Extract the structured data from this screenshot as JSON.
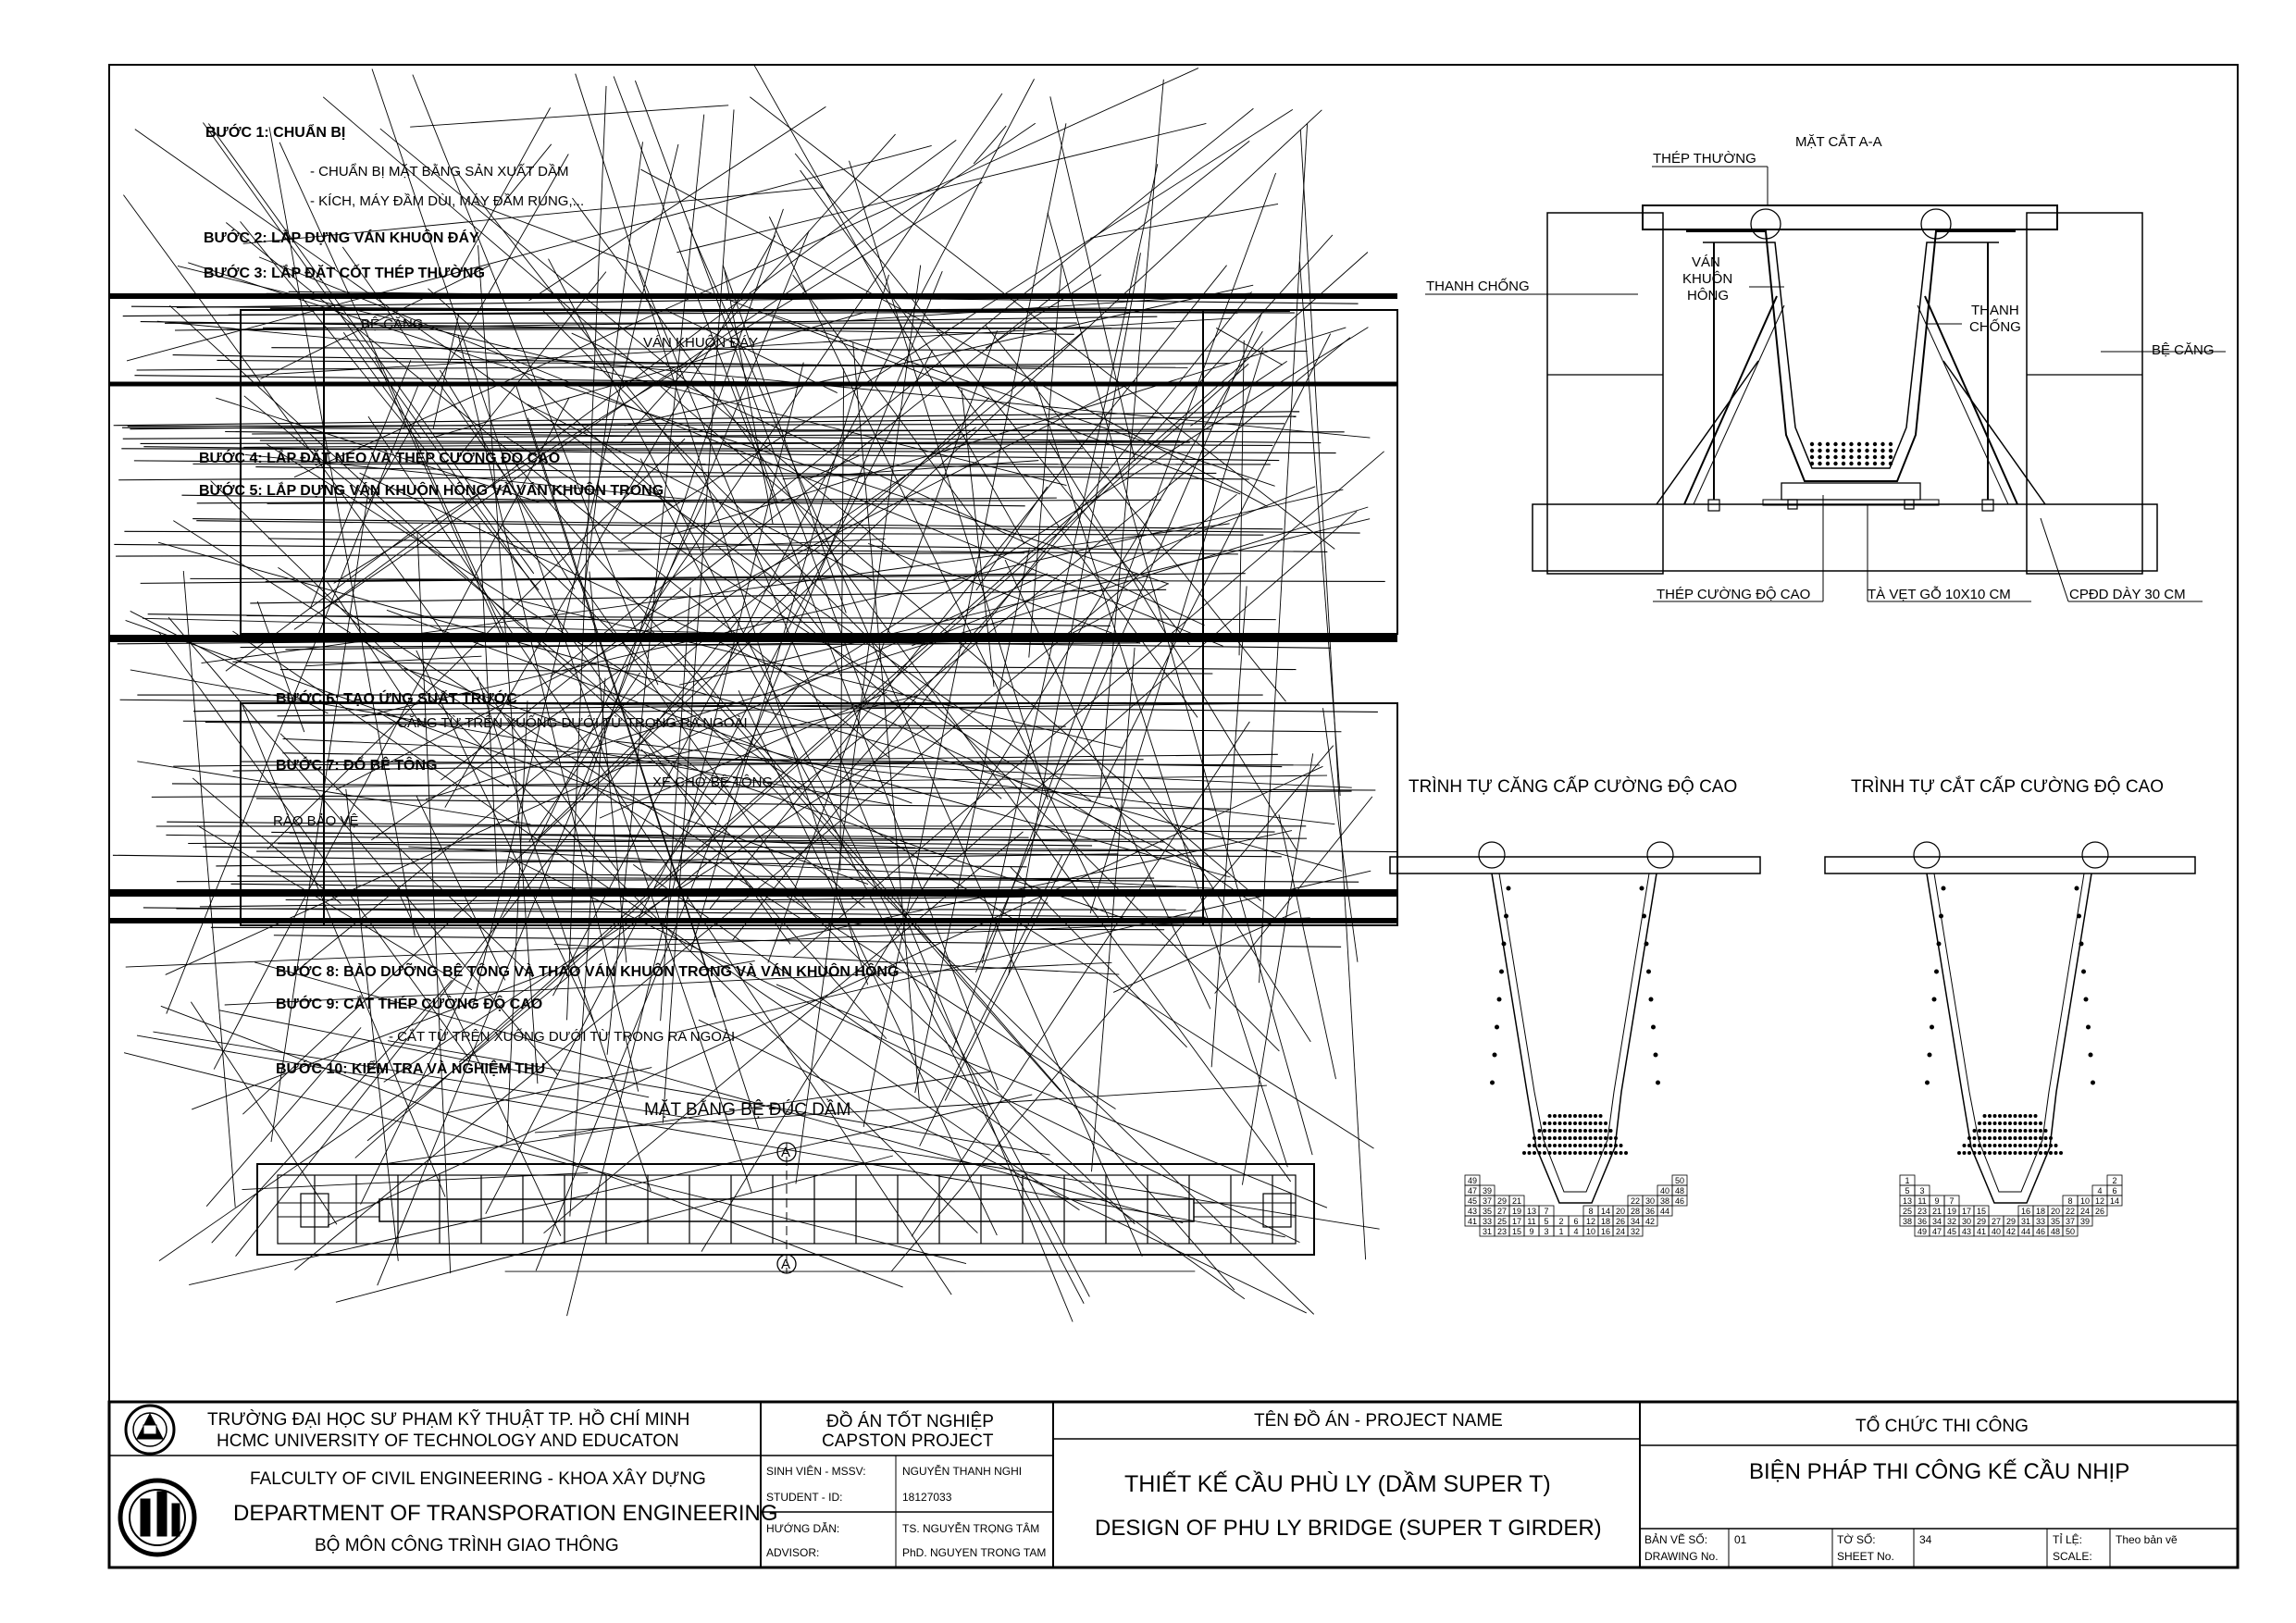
{
  "plan": {
    "title": "MẶT BẰNG BỆ ĐÚC DẦM",
    "steps": [
      {
        "title": "BƯỚC 1: CHUẨN BỊ",
        "notes": [
          "- CHUẨN BỊ MẶT BẰNG SẢN XUẤT DẦM",
          "- KÍCH, MÁY ĐẦM DÙI, MÁY ĐẦM RUNG,..."
        ]
      },
      {
        "title": "BƯỚC 2: LẮP DỰNG VÁN KHUÔN ĐÁY",
        "notes": []
      },
      {
        "title": "BƯỚC 3: LẮP ĐẶT CỐT THÉP THƯỜNG",
        "notes": []
      },
      {
        "title": "BƯỚC 4: LẮP ĐẶT NEO VÀ THÉP CƯỜNG ĐỘ CAO",
        "notes": []
      },
      {
        "title": "BƯỚC 5: LẮP DỰNG VÁN KHUÔN HÔNG VÀ VÁN KHUÔN TRONG",
        "notes": []
      },
      {
        "title": "BƯỚC 6: TẠO ỨNG SUẤT TRƯỚC",
        "notes": [
          "- CĂNG TỪ TRÊN XUỐNG DƯỚI TỪ TRONG RA NGOÀI"
        ]
      },
      {
        "title": "BƯỚC 7: ĐỔ BÊ TÔNG",
        "notes": []
      },
      {
        "title": "BƯỚC 8: BẢO DƯỠNG BÊ TÔNG VÀ THÁO VÁN KHUÔN TRONG VÀ VÁN KHUÔN HÔNG",
        "notes": []
      },
      {
        "title": "BƯỚC 9: CẮT THÉP CƯỜNG ĐỘ CAO",
        "notes": [
          "- CẮT TỪ TRÊN XUỐNG DƯỚI TỪ TRONG RA NGOÀI"
        ]
      },
      {
        "title": "BƯỚC 10: KIỂM TRA VÀ NGHIỆM THU",
        "notes": []
      }
    ],
    "labels": {
      "be_cang": "BỆ CĂNG",
      "van_khuon_day": "VÁN KHUÔN ĐÁY",
      "rao_bao_ve": "RÀO BẢO VỆ",
      "xe_cho_be_tong": "XE CHỞ BÊ TÔNG",
      "section_marker": "A"
    }
  },
  "section": {
    "title": "MẶT CẮT A-A",
    "labels": {
      "thep_thuong": "THÉP THƯỜNG",
      "thanh_chong_left": "THANH CHỐNG",
      "van_khuon_hong": [
        "VÁN",
        "KHUÔN",
        "HÔNG"
      ],
      "thanh_chong_right": [
        "THANH",
        "CHỐNG"
      ],
      "be_cang": "BỆ CĂNG",
      "thep_cuong_do_cao": "THÉP CƯỜNG ĐỘ CAO",
      "ta_vet_go": "TÀ VẸT GỖ 10X10 CM",
      "cpdd": "CPĐD DÀY 30 CM"
    }
  },
  "sequences": {
    "tension": {
      "title": "TRÌNH TỰ CĂNG CẤP CƯỜNG ĐỘ CAO",
      "rows": [
        [
          "49",
          "",
          "",
          "",
          "",
          "",
          "",
          "",
          "",
          "",
          "",
          "",
          "",
          "",
          "50"
        ],
        [
          "47",
          "39",
          "",
          "",
          "",
          "",
          "",
          "",
          "",
          "",
          "",
          "",
          "",
          "40",
          "48"
        ],
        [
          "45",
          "37",
          "29",
          "21",
          "",
          "",
          "",
          "",
          "",
          "",
          "",
          "22",
          "30",
          "38",
          "46"
        ],
        [
          "43",
          "35",
          "27",
          "19",
          "13",
          "7",
          "",
          "",
          "8",
          "14",
          "20",
          "28",
          "36",
          "44",
          ""
        ],
        [
          "41",
          "33",
          "25",
          "17",
          "11",
          "5",
          "2",
          "6",
          "12",
          "18",
          "26",
          "34",
          "42",
          "",
          ""
        ],
        [
          "",
          "31",
          "23",
          "15",
          "9",
          "3",
          "1",
          "4",
          "10",
          "16",
          "24",
          "32",
          "",
          "",
          ""
        ]
      ]
    },
    "cut": {
      "title": "TRÌNH TỰ CẮT CẤP CƯỜNG ĐỘ CAO",
      "rows": [
        [
          "1",
          "",
          "",
          "",
          "",
          "",
          "",
          "",
          "",
          "",
          "",
          "",
          "",
          "",
          "2"
        ],
        [
          "5",
          "3",
          "",
          "",
          "",
          "",
          "",
          "",
          "",
          "",
          "",
          "",
          "",
          "4",
          "6"
        ],
        [
          "13",
          "11",
          "9",
          "7",
          "",
          "",
          "",
          "",
          "",
          "",
          "",
          "8",
          "10",
          "12",
          "14"
        ],
        [
          "25",
          "23",
          "21",
          "19",
          "17",
          "15",
          "",
          "",
          "16",
          "18",
          "20",
          "22",
          "24",
          "26",
          ""
        ],
        [
          "38",
          "36",
          "34",
          "32",
          "30",
          "29",
          "27",
          "29",
          "31",
          "33",
          "35",
          "37",
          "39",
          "",
          ""
        ],
        [
          "",
          "49",
          "47",
          "45",
          "43",
          "41",
          "40",
          "42",
          "44",
          "46",
          "48",
          "50",
          "",
          "",
          ""
        ]
      ]
    }
  },
  "title_block": {
    "school_vn": "TRƯỜNG ĐẠI HỌC SƯ PHẠM KỸ THUẬT TP. HỒ CHÍ MINH",
    "school_en": "HCMC UNIVERSITY OF TECHNOLOGY AND EDUCATON",
    "faculty": "FALCULTY OF CIVIL ENGINEERING - KHOA XÂY DỰNG",
    "department_en": "DEPARTMENT OF TRANSPORATION ENGINEERING",
    "department_vn": "BỘ MÔN CÔNG TRÌNH GIAO THÔNG",
    "project_type_vn": "ĐỒ ÁN TỐT NGHIỆP",
    "project_type_en": "CAPSTON PROJECT",
    "student_label_vn": "SINH VIÊN - MSSV:",
    "student_label_en": "STUDENT - ID:",
    "student_name": "NGUYỄN THANH NGHI",
    "student_id": "18127033",
    "advisor_label_vn": "HƯỚNG DẪN:",
    "advisor_label_en": "ADVISOR:",
    "advisor_vn": "TS. NGUYỄN TRỌNG TÂM",
    "advisor_en": "PhD. NGUYEN TRONG TAM",
    "project_name_label": "TÊN ĐỒ ÁN - PROJECT NAME",
    "project_name_vn": "THIẾT KẾ CẦU PHÙ LY (DẦM SUPER T)",
    "project_name_en": "DESIGN OF PHU LY BRIDGE (SUPER T GIRDER)",
    "drawing_group": "TỔ CHỨC THI CÔNG",
    "drawing_title": "BIỆN PHÁP THI CÔNG KẾ CẦU NHỊP",
    "drawing_no_label_vn": "BẢN VẼ SỐ:",
    "drawing_no_label_en": "DRAWING No.",
    "drawing_no": "01",
    "sheet_no_label_vn": "TỜ SỐ:",
    "sheet_no_label_en": "SHEET No.",
    "sheet_no": "34",
    "scale_label_vn": "TỈ LỆ:",
    "scale_label_en": "SCALE:",
    "scale": "Theo bản vẽ"
  }
}
